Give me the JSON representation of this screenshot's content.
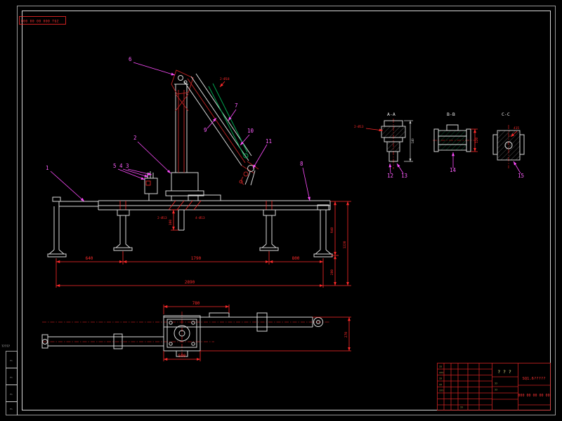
{
  "colors": {
    "background": "#000000",
    "line": "#d9d9d9",
    "dimension": "#ff2a2a",
    "leader": "#ff4dff",
    "hydraulic": "#00a550",
    "part_red": "#b32020",
    "title_text": "#e8e28a"
  },
  "stamp": {
    "text": "000 00 00 000 TQZ"
  },
  "left_margin": {
    "note": "?????",
    "cells": [
      "?",
      "?",
      "?",
      "?"
    ]
  },
  "main_view": {
    "callouts": {
      "n1": "1",
      "n2": "2",
      "n345": "5 4 3",
      "n6": "6",
      "n7": "7",
      "n8": "8",
      "n9": "9",
      "n10": "10",
      "n11": "11"
    },
    "marks": {
      "boom_pin": "2-Ø18",
      "base_left": "2-Ø13",
      "base_right": "4-Ø13"
    },
    "dims": {
      "column": "100",
      "left_span": "640",
      "mid_span": "1790",
      "right_span": "800",
      "total_span": "2890",
      "leg_height": "940",
      "pad_height": "280",
      "overall_height": "1220"
    }
  },
  "plan_view": {
    "dims": {
      "top_width": "780",
      "bottom_width": "500",
      "right_height": "270"
    }
  },
  "details": {
    "a": {
      "label": "A-A",
      "callout_12": "12",
      "callout_13": "13",
      "mark": "2-Ø13",
      "dim": "140"
    },
    "b": {
      "label": "B-B",
      "callout_14": "14",
      "dim": "120"
    },
    "c": {
      "label": "C-C",
      "callout_15": "15",
      "dim": "415"
    }
  },
  "title_block": {
    "product": "? ? ?",
    "drawing_no": "SQ1.6?????",
    "code": "000 00 00 00 00",
    "cells": [
      "??",
      "???",
      "??",
      "??",
      "???",
      "??",
      "??",
      "??"
    ]
  }
}
